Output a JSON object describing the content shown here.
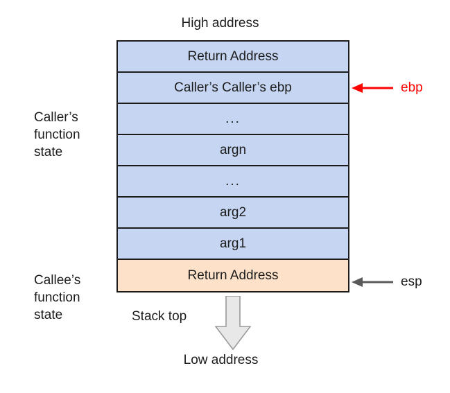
{
  "diagram": {
    "title_top": "High address",
    "title_bottom": "Low address",
    "stack_top_label": "Stack top",
    "colors": {
      "caller_frame": "#c6d6f2",
      "callee_frame": "#fde2c9",
      "border": "#1c1c1c",
      "ebp_accent": "#ff0000",
      "esp_accent": "#595959",
      "down_arrow_fill": "#e8e8e8"
    },
    "side_labels": {
      "caller": "Caller’s\nfunction\nstate",
      "caller_lines": [
        "Caller’s",
        "function",
        "state"
      ],
      "callee": "Callee’s\nfunction\nstate",
      "callee_lines": [
        "Callee’s",
        "function",
        "state"
      ]
    },
    "rows": [
      {
        "label": "Return Address",
        "frame": "caller",
        "color": "#c6d6f2"
      },
      {
        "label": "Caller’s Caller’s ebp",
        "frame": "caller",
        "color": "#c6d6f2"
      },
      {
        "label": "...",
        "frame": "caller",
        "color": "#c6d6f2"
      },
      {
        "label": "argn",
        "frame": "caller",
        "color": "#c6d6f2"
      },
      {
        "label": "...",
        "frame": "caller",
        "color": "#c6d6f2"
      },
      {
        "label": "arg2",
        "frame": "caller",
        "color": "#c6d6f2"
      },
      {
        "label": "arg1",
        "frame": "caller",
        "color": "#c6d6f2"
      },
      {
        "label": "Return Address",
        "frame": "callee",
        "color": "#fde2c9"
      }
    ],
    "pointers": [
      {
        "name": "ebp",
        "label": "ebp",
        "color": "#ff0000",
        "target_row": 1
      },
      {
        "name": "esp",
        "label": "esp",
        "color": "#595959",
        "target_row": 7
      }
    ]
  }
}
